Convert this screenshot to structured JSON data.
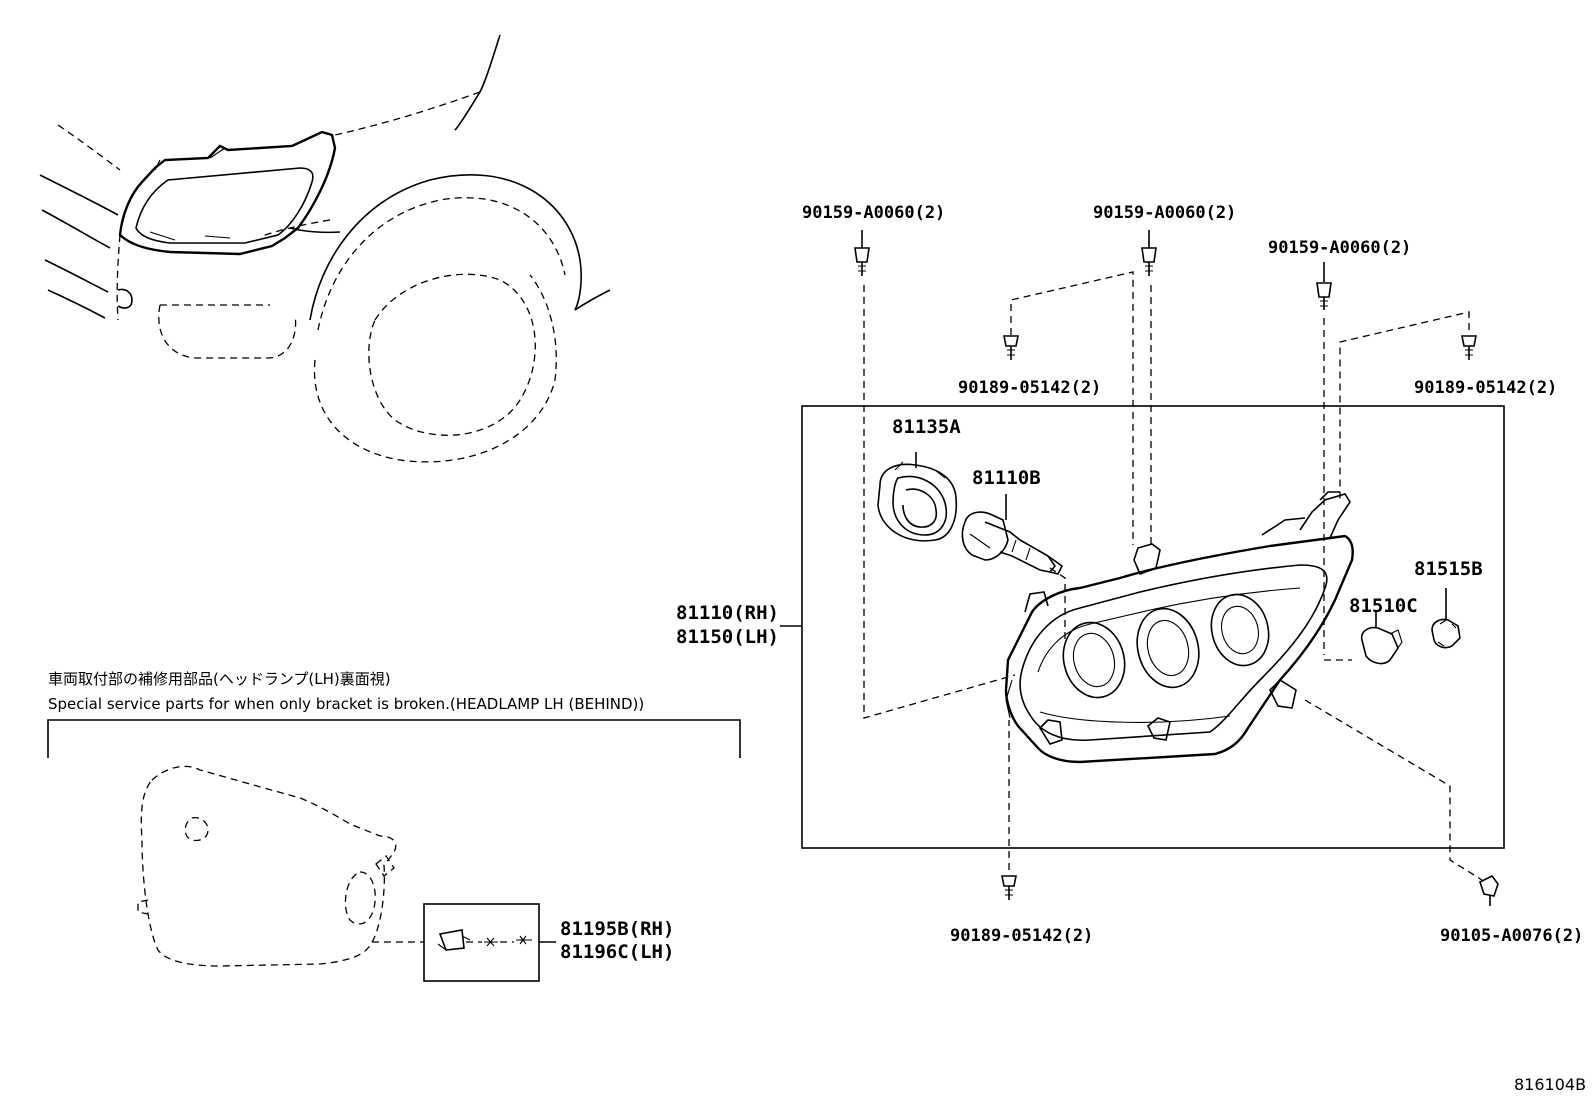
{
  "labels": {
    "clip_top_left": "90159-A0060(2)",
    "clip_top_mid": "90159-A0060(2)",
    "clip_top_right": "90159-A0060(2)",
    "screw_mid": "90189-05142(2)",
    "screw_right": "90189-05142(2)",
    "socket": "81135A",
    "bulb_main": "81110B",
    "headlamp_rh": "81110(RH)",
    "headlamp_lh": "81150(LH)",
    "bulb_small": "81510C",
    "socket_small": "81515B",
    "screw_bottom": "90189-05142(2)",
    "bolt_bottom": "90105-A0076(2)",
    "bracket_rh": "81195B(RH)",
    "bracket_lh": "81196C(LH)",
    "illustration_no": "816104B"
  },
  "notes": {
    "japanese": "車両取付部の補修用部品(ヘッドランプ(LH)裏面視)",
    "english": "Special service parts for when only bracket is broken.(HEADLAMP LH (BEHIND))"
  }
}
